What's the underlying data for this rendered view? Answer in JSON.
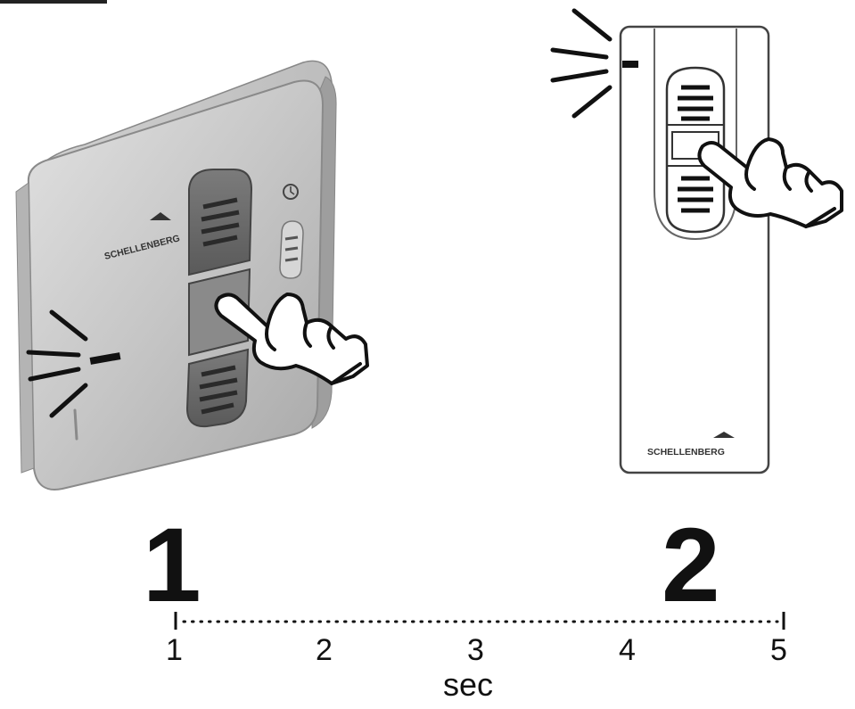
{
  "steps": [
    "1",
    "2"
  ],
  "timeline": {
    "ticks": [
      "1",
      "2",
      "3",
      "4",
      "5"
    ],
    "unit": "sec"
  },
  "brand": {
    "receiver_logo": "SCHELLENBERG",
    "remote_logo": "SCHELLENBERG"
  },
  "icons": [
    "hand-pointer-icon",
    "clock-icon",
    "blink-rays-icon",
    "up-arrow-button-icon",
    "down-arrow-button-icon"
  ],
  "colors": {
    "device_body": "#c8c8c8",
    "device_button": "#6e6e6e",
    "outline": "#111111"
  }
}
